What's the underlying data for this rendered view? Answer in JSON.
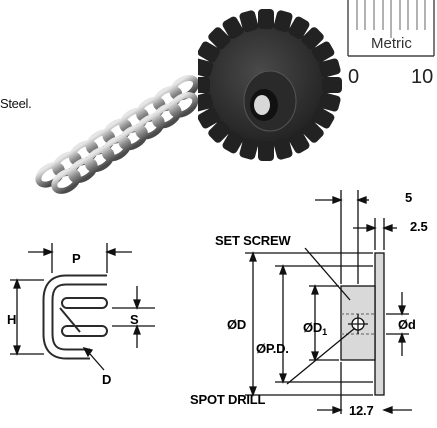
{
  "product_text": {
    "steel_fragment": "Steel."
  },
  "ruler": {
    "label": "Metric",
    "start": "0",
    "end": "10"
  },
  "chain_drawing": {
    "p_label": "P",
    "h_label": "H",
    "s_label": "S",
    "d_label": "D"
  },
  "sprocket_drawing": {
    "set_screw_label": "SET SCREW",
    "spot_drill_label": "SPOT DRILL",
    "od_label": "ØD",
    "pd_label": "ØP.D.",
    "d1_label": "ØD",
    "d1_subscript": "1",
    "bore_label": "Ød",
    "dim_5": "5",
    "dim_2_5": "2.5",
    "dim_12_7": "12.7"
  }
}
